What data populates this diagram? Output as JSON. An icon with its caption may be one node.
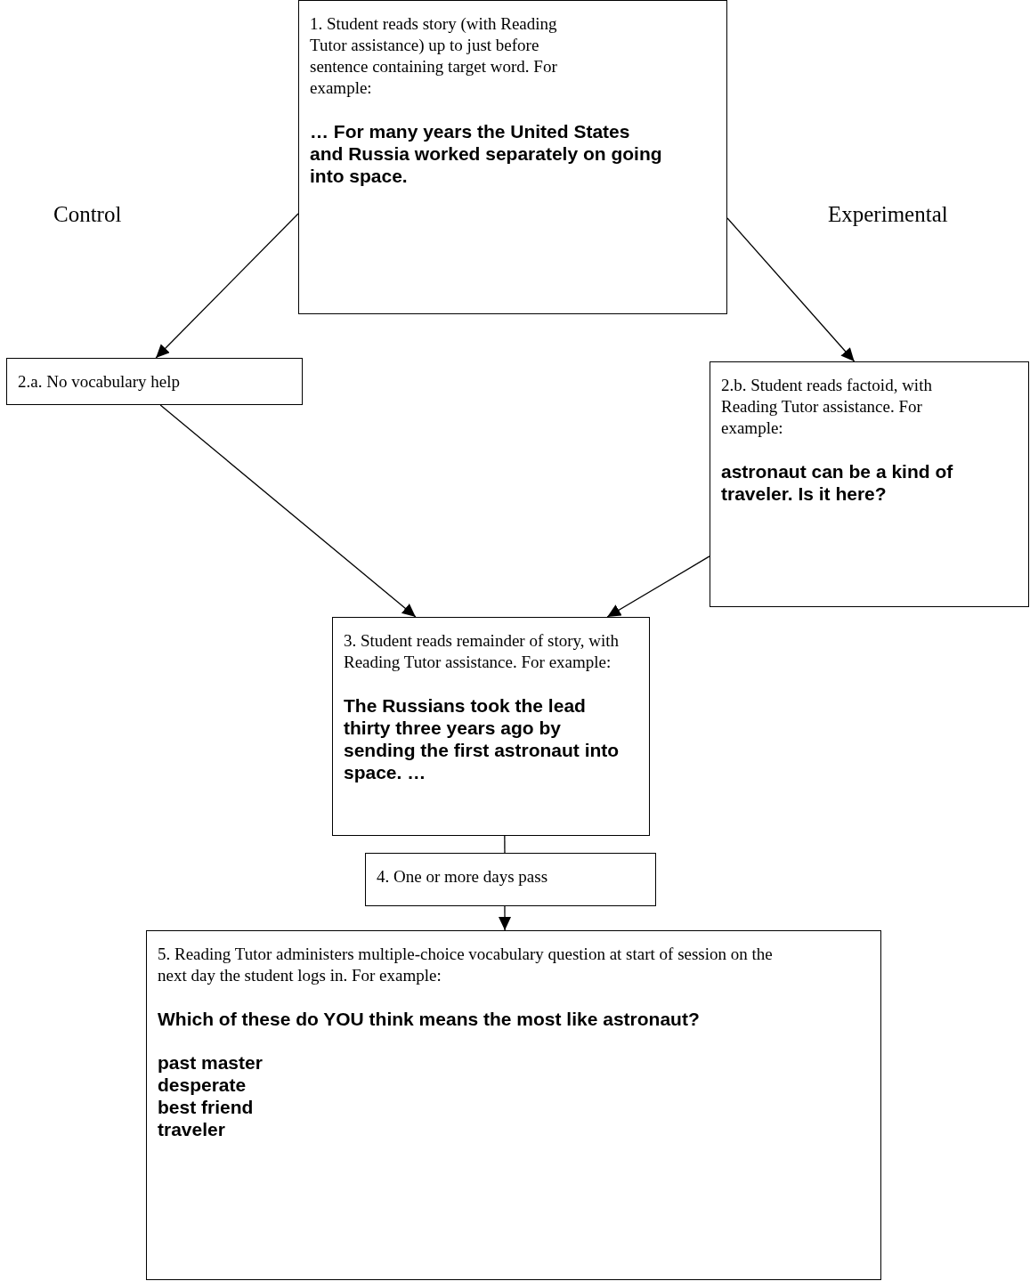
{
  "diagram": {
    "nodes": [
      {
        "text": [
          "1. Student reads story (with Reading Tutor assistance) up to just before sentence containing target word. For example:",
          "… For many years the United States and Russia worked separately on going into space."
        ]
      },
      {
        "text": [
          "2.a. No vocabulary help"
        ]
      },
      {
        "text": [
          "2.b. Student reads factoid, with Reading Tutor assistance. For example:",
          "astronaut can be a kind of traveler. Is it here?"
        ]
      },
      {
        "text": [
          "3. Student reads remainder of story, with Reading Tutor assistance. For example:",
          "The Russians took the lead thirty three years ago by sending the first astronaut into space. …"
        ]
      },
      {
        "text": [
          "4. One or more days pass"
        ]
      },
      {
        "text": [
          "5. Reading Tutor administers multiple-choice vocabulary question at start of session on the next day the student logs in. For example:",
          "Which of these do YOU think means the most like astronaut?",
          "past master",
          "desperate",
          "best friend",
          "traveler"
        ]
      }
    ],
    "edges": [
      {
        "from": 0,
        "to": 1,
        "arrow": "to"
      },
      {
        "from": 0,
        "to": 2,
        "arrow": "to"
      },
      {
        "from": 1,
        "to": 3,
        "arrow": "to"
      },
      {
        "from": 2,
        "to": 3,
        "arrow": "to"
      },
      {
        "from": 3,
        "to": 4,
        "arrow": "none"
      },
      {
        "from": 4,
        "to": 5,
        "arrow": "to"
      }
    ],
    "labels": [
      "Control",
      "Experimental"
    ]
  }
}
